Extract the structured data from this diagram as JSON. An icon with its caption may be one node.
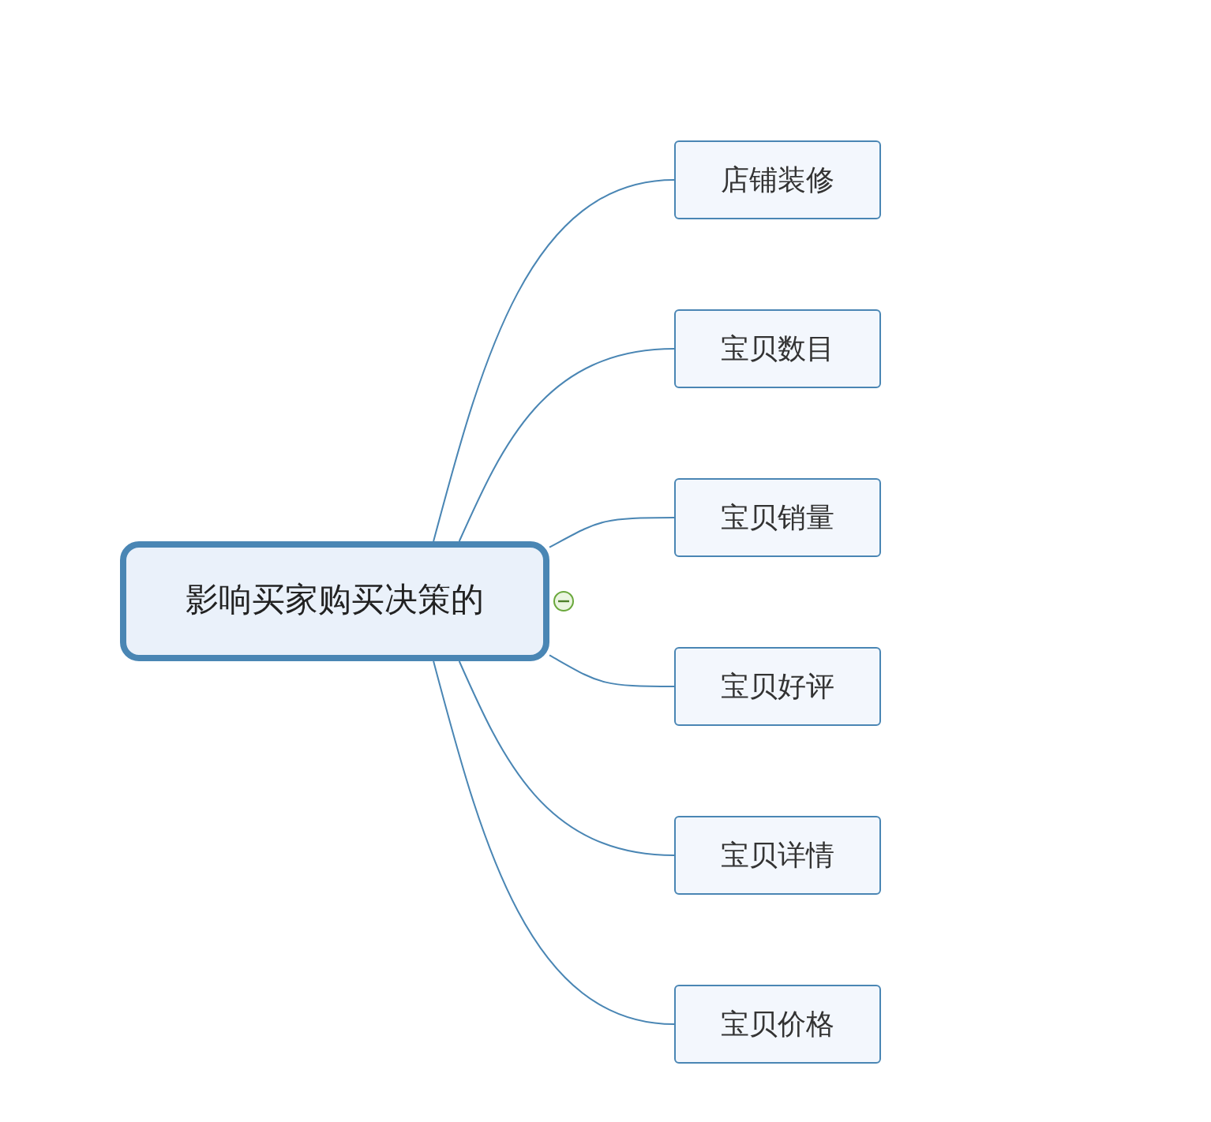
{
  "diagram": {
    "nodes": [
      {
        "text": [
          "影响买家购买决策的"
        ]
      },
      {
        "text": [
          "店铺装修"
        ]
      },
      {
        "text": [
          "宝贝数目"
        ]
      },
      {
        "text": [
          "宝贝销量"
        ]
      },
      {
        "text": [
          "宝贝好评"
        ]
      },
      {
        "text": [
          "宝贝详情"
        ]
      },
      {
        "text": [
          "宝贝价格"
        ]
      }
    ],
    "edges": [
      {
        "from": 0,
        "to": 1,
        "arrow": "none"
      },
      {
        "from": 0,
        "to": 2,
        "arrow": "none"
      },
      {
        "from": 0,
        "to": 3,
        "arrow": "none"
      },
      {
        "from": 0,
        "to": 4,
        "arrow": "none"
      },
      {
        "from": 0,
        "to": 5,
        "arrow": "none"
      },
      {
        "from": 0,
        "to": 6,
        "arrow": "none"
      }
    ]
  }
}
